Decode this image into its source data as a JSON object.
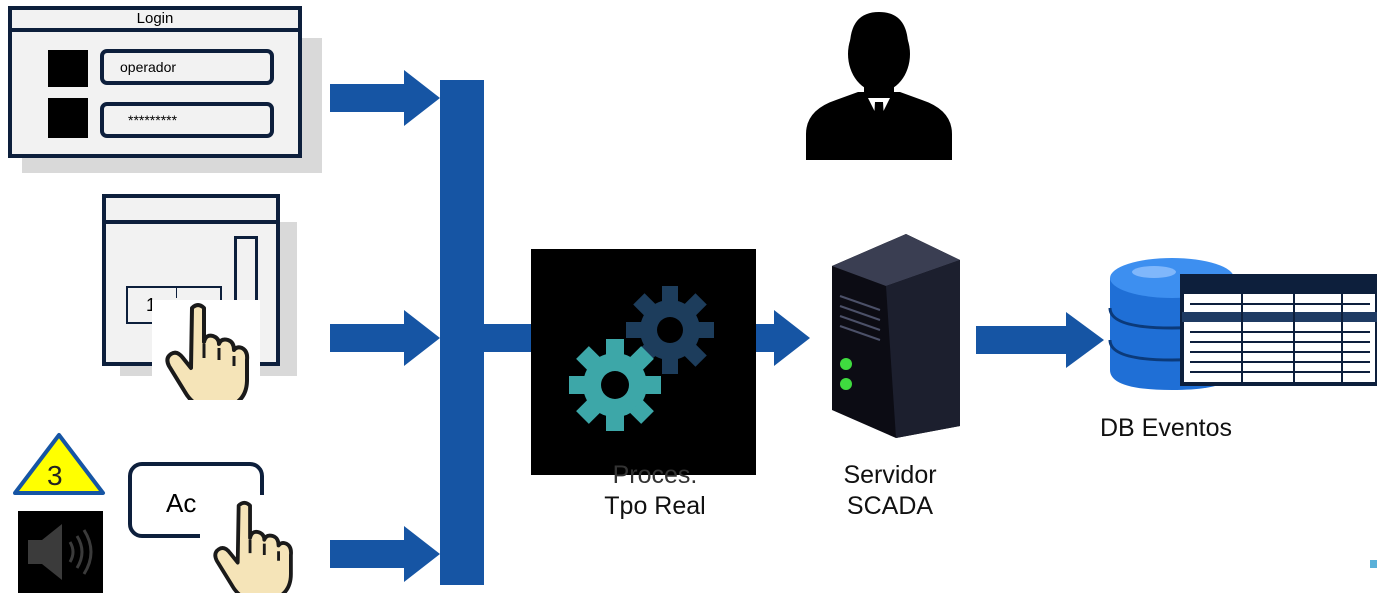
{
  "login_window": {
    "title": "Login",
    "username_value": "operador",
    "password_value": "*********"
  },
  "slider_window": {
    "value_text": "1"
  },
  "alarm": {
    "counter": "3",
    "button_label": "Ac"
  },
  "process": {
    "label_line1": "Proces.",
    "label_line2": "Tpo Real"
  },
  "server": {
    "label_line1": "Servidor",
    "label_line2": "SCADA"
  },
  "database": {
    "label": "DB Eventos"
  },
  "colors": {
    "arrow_blue": "#1655a4",
    "window_border": "#0d1f3c",
    "gear_teal": "#3da7a8",
    "gear_dark": "#1d3d5c",
    "warning_yellow": "#ffff00",
    "hand_skin": "#f5e4b8"
  },
  "icons": [
    "user-icon",
    "gears-icon",
    "server-icon",
    "database-icon",
    "hand-pointer-icon",
    "speaker-icon",
    "warning-icon"
  ]
}
